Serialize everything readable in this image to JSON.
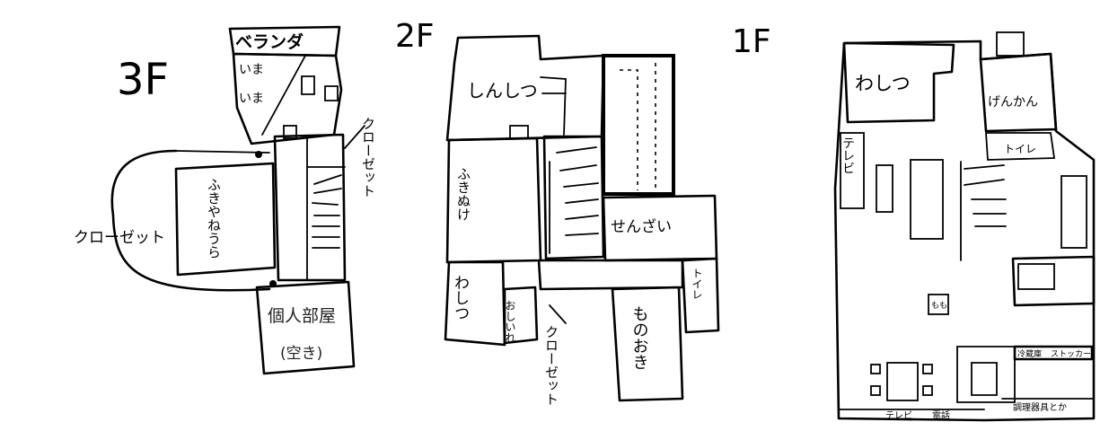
{
  "floors": {
    "f3": {
      "label": "3F",
      "rooms": {
        "veranda": "ベランダ",
        "room_a": "いま",
        "room_b": "いま",
        "fukiyaneura": "ふきやねうら",
        "closet_right": "クローゼット",
        "closet_left": "クローゼット",
        "private_room": "個人部屋",
        "private_room_note": "(空き)"
      }
    },
    "f2": {
      "label": "2F",
      "rooms": {
        "shinshitsu": "しんしつ",
        "fukinuke": "ふきぬけ",
        "sennsaijo": "せんざい",
        "washitsu": "わしつ",
        "oshiire": "おしいれ",
        "closet": "クローゼット",
        "monooki": "ものおき",
        "toilet": "トイレ"
      }
    },
    "f1": {
      "label": "1F",
      "rooms": {
        "washitsu": "わしつ",
        "genkan": "げんかん",
        "toilet": "トイレ",
        "tv_left": "テレビ",
        "momo": "もも",
        "fridge": "冷蔵庫",
        "stocker": "ストッカー",
        "tv_bottom": "テレビ",
        "phone": "電話",
        "utensils": "調理器具とか"
      }
    }
  }
}
